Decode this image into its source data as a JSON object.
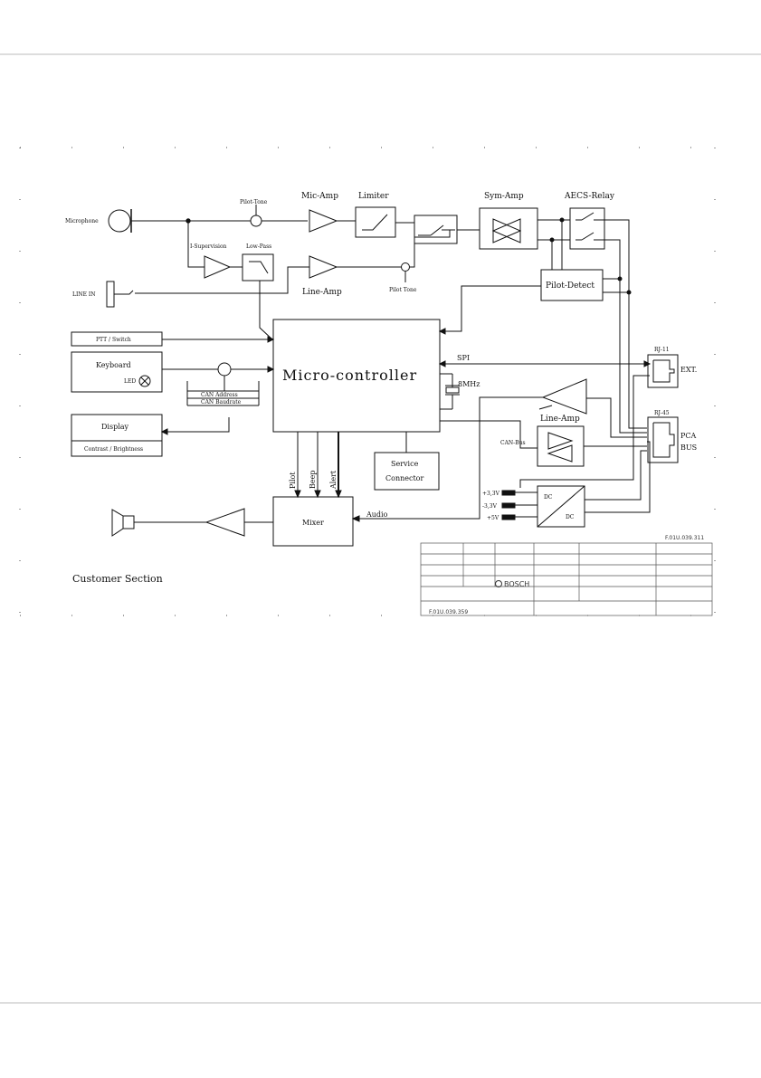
{
  "labels": {
    "microphone": "Microphone",
    "pilot_tone_top": "Pilot-Tone",
    "mic_amp": "Mic-Amp",
    "limiter": "Limiter",
    "sym_amp": "Sym-Amp",
    "aecs_relay": "AECS-Relay",
    "i_supervision": "I-Supervision",
    "low_pass": "Low-Pass",
    "line_amp_1": "Line-Amp",
    "pilot_tone_bottom": "Pilot Tone",
    "pilot_detect": "Pilot-Detect",
    "line_in": "LINE IN",
    "ptt_switch": "PTT / Switch",
    "keyboard": "Keyboard",
    "led": "LED",
    "can_address": "CAN Address",
    "can_baudrate": "CAN Baudrate",
    "display": "Display",
    "contrast_brightness": "Contrast / Brightness",
    "microcontroller": "Micro-controller",
    "spi": "SPI",
    "clock": "8MHz",
    "line_amp_2": "Line-Amp",
    "can_bus": "CAN-Bus",
    "service_connector_1": "Service",
    "service_connector_2": "Connector",
    "rj11": "RJ-11",
    "ext": "EXT.",
    "rj45": "RJ-45",
    "pca": "PCA",
    "bus": "BUS",
    "plus_3v3": "+3,3V",
    "minus_3v3": "-3,3V",
    "plus_5v": "+5V",
    "dc_in": "DC",
    "dc_out": "DC",
    "pilot": "Pilot",
    "beep": "Beep",
    "alert": "Alert",
    "mixer": "Mixer",
    "audio": "Audio",
    "customer_section": "Customer Section"
  },
  "title_block": {
    "doc_top": "F.01U.039.311",
    "brand": "BOSCH",
    "doc_bottom": "F.01U.039.359"
  },
  "colors": {
    "line": "#111111",
    "page_rule": "#bbbbbb",
    "background": "#ffffff"
  }
}
